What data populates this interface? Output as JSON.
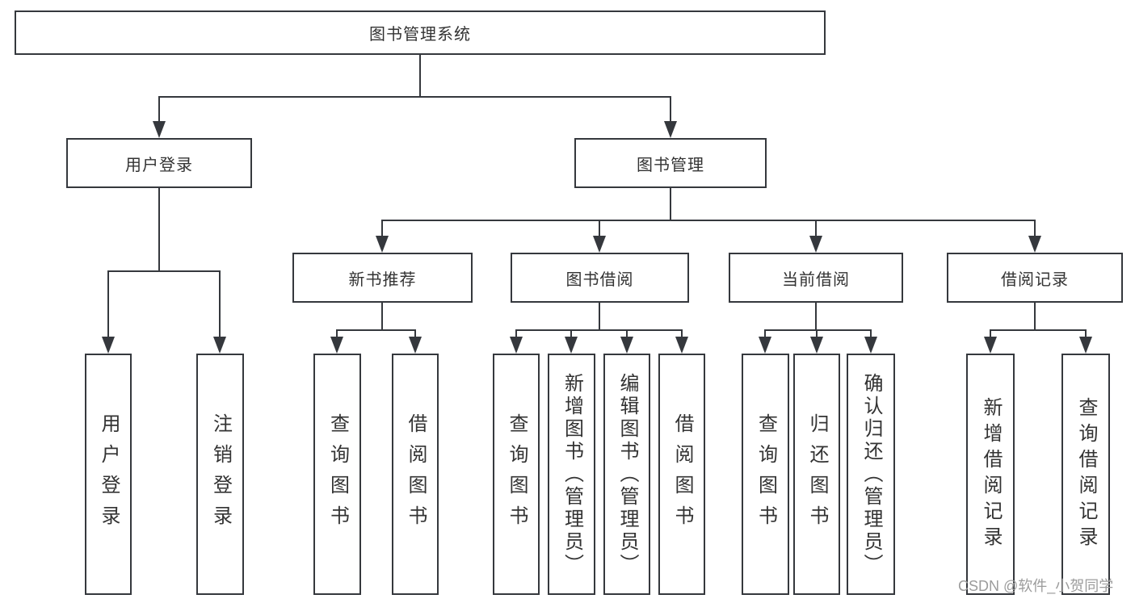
{
  "tree": {
    "label": "图书管理系统",
    "children": [
      {
        "label": "用户登录",
        "children": [
          {
            "label": "用户登录"
          },
          {
            "label": "注销登录"
          }
        ]
      },
      {
        "label": "图书管理",
        "children": [
          {
            "label": "新书推荐",
            "children": [
              {
                "label": "查询图书"
              },
              {
                "label": "借阅图书"
              }
            ]
          },
          {
            "label": "图书借阅",
            "children": [
              {
                "label": "查询图书"
              },
              {
                "label": "新增图书（管理员）"
              },
              {
                "label": "编辑图书（管理员）"
              },
              {
                "label": "借阅图书"
              }
            ]
          },
          {
            "label": "当前借阅",
            "children": [
              {
                "label": "查询图书"
              },
              {
                "label": "归还图书"
              },
              {
                "label": "确认归还（管理员）"
              }
            ]
          },
          {
            "label": "借阅记录",
            "children": [
              {
                "label": "新增借阅记录"
              },
              {
                "label": "查询借阅记录"
              }
            ]
          }
        ]
      }
    ]
  },
  "watermark": "CSDN @软件_小贺同学",
  "colors": {
    "line": "#35383d",
    "text": "#333333",
    "watermark": "#9c9c9c",
    "background": "#ffffff"
  }
}
